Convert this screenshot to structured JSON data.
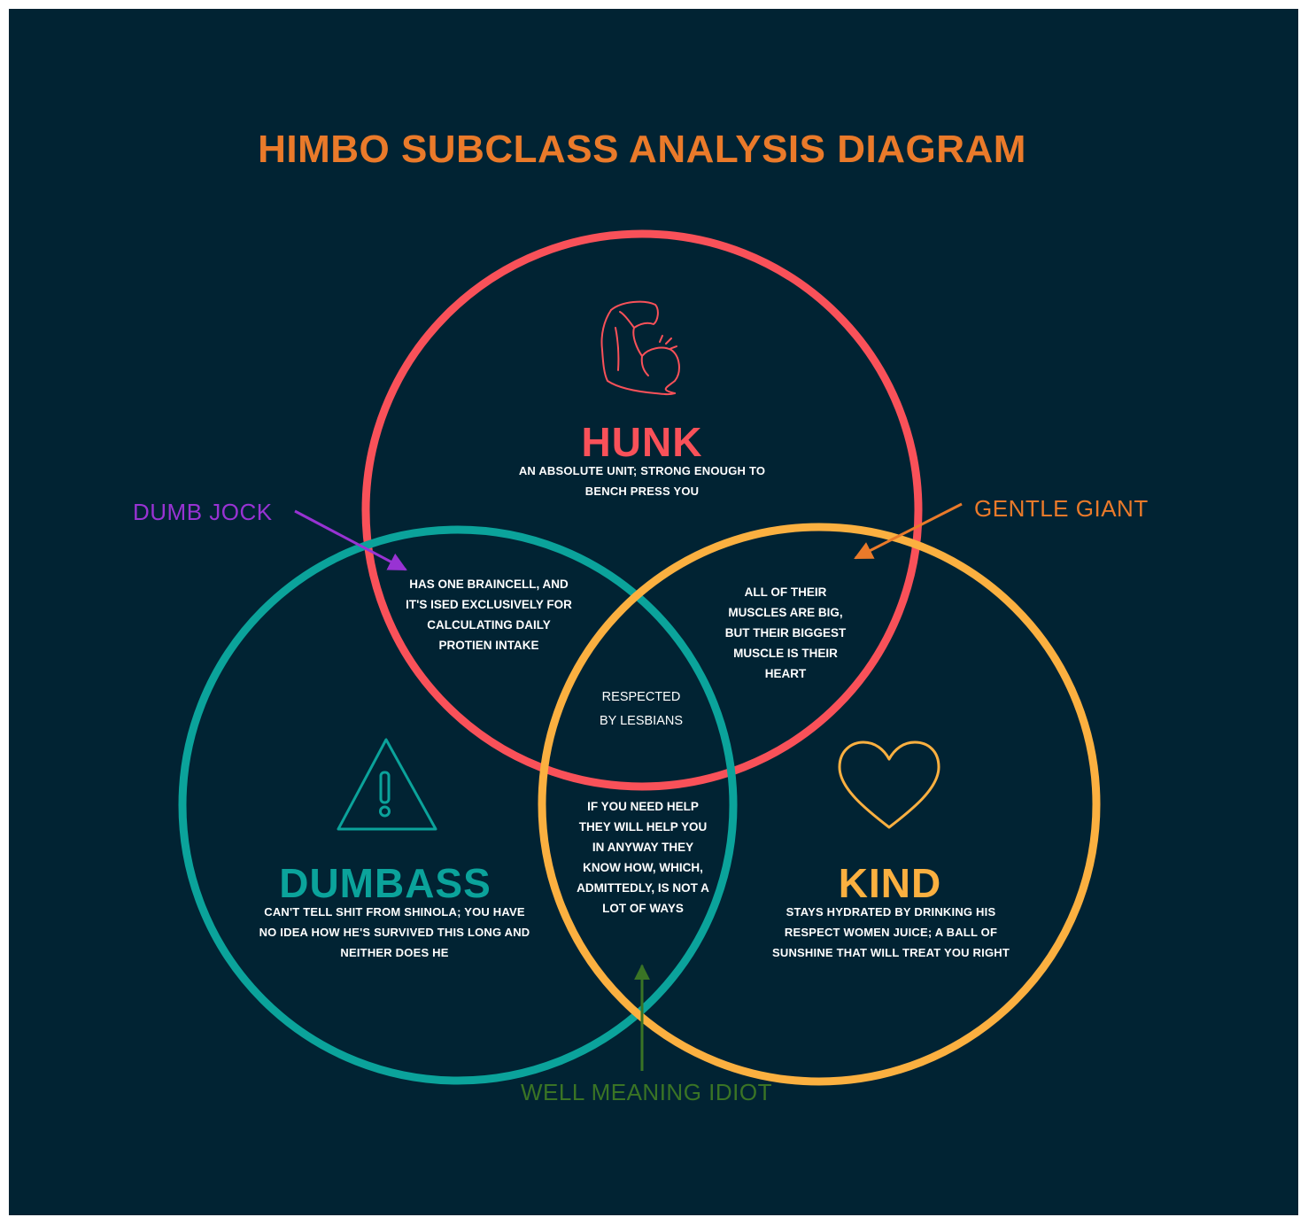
{
  "title": "HIMBO SUBCLASS ANALYSIS DIAGRAM",
  "colors": {
    "background": "#012333",
    "title": "#ea7a2a",
    "hunk": "#f95159",
    "dumbass": "#0ba39b",
    "kind": "#fbb040",
    "dumb_jock_callout": "#9833d3",
    "gentle_giant_callout": "#ea7a2a",
    "well_meaning_idiot_callout": "#3a7425"
  },
  "sets": {
    "hunk": {
      "label": "HUNK",
      "icon": "flexed-bicep-icon",
      "description": "AN ABSOLUTE UNIT; STRONG ENOUGH TO BENCH PRESS YOU"
    },
    "dumbass": {
      "label": "DUMBASS",
      "icon": "warning-triangle-icon",
      "description": "CAN'T TELL SHIT FROM SHINOLA; YOU HAVE NO IDEA HOW HE'S SURVIVED THIS LONG AND NEITHER DOES HE"
    },
    "kind": {
      "label": "KIND",
      "icon": "heart-icon",
      "description": "STAYS HYDRATED BY DRINKING HIS RESPECT WOMEN JUICE; A BALL OF SUNSHINE THAT WILL TREAT YOU RIGHT"
    }
  },
  "intersections": {
    "hunk_dumbass": "HAS ONE BRAINCELL, AND IT'S ISED EXCLUSIVELY FOR CALCULATING DAILY PROTIEN INTAKE",
    "hunk_kind": "ALL OF THEIR MUSCLES ARE BIG, BUT THEIR BIGGEST MUSCLE IS THEIR HEART",
    "dumbass_kind": "IF YOU NEED HELP THEY WILL HELP YOU IN ANYWAY THEY KNOW HOW, WHICH, ADMITTEDLY, IS NOT A LOT OF WAYS",
    "all_three": "RESPECTED BY LESBIANS"
  },
  "callouts": {
    "dumb_jock": "DUMB JOCK",
    "gentle_giant": "GENTLE GIANT",
    "well_meaning_idiot": "WELL MEANING IDIOT"
  }
}
